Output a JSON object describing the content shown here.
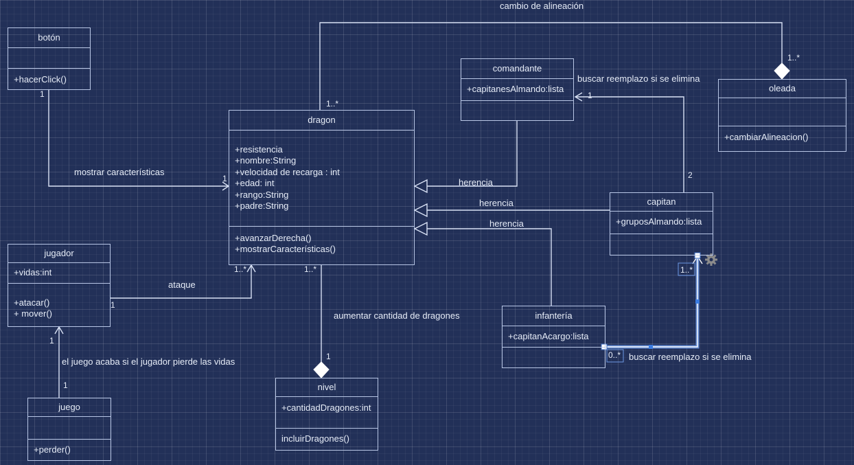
{
  "classes": {
    "boton": {
      "name": "botón",
      "attributes": [],
      "methods": [
        "+hacerClick()"
      ]
    },
    "dragon": {
      "name": "dragon",
      "attributes": [
        "+resistencia",
        "+nombre:String",
        "+velocidad de recarga : int",
        "+edad: int",
        "+rango:String",
        "+padre:String"
      ],
      "methods": [
        "+avanzarDerecha()",
        "+mostrarCaracterísticas()"
      ]
    },
    "comandante": {
      "name": "comandante",
      "attributes": [
        "+capitanesAlmando:lista"
      ],
      "methods": []
    },
    "oleada": {
      "name": "oleada",
      "attributes": [],
      "methods": [
        "+cambiarAlineacion()"
      ]
    },
    "capitan": {
      "name": "capitan",
      "attributes": [
        "+gruposAlmando:lista"
      ],
      "methods": []
    },
    "jugador": {
      "name": "jugador",
      "attributes": [
        "+vidas:int"
      ],
      "methods": [
        "+atacar()",
        "+ mover()"
      ]
    },
    "infanteria": {
      "name": "infantería",
      "attributes": [
        "+capitanAcargo:lista"
      ],
      "methods": []
    },
    "nivel": {
      "name": "nivel",
      "attributes": [
        "+cantidadDragones:int"
      ],
      "methods": [
        "incluirDragones()"
      ]
    },
    "juego": {
      "name": "juego",
      "attributes": [],
      "methods": [
        "+perder()"
      ]
    }
  },
  "labels": {
    "cambio": "cambio de alineación",
    "mostrar": "mostrar características",
    "buscar1": "buscar reemplazo si se elimina",
    "buscar2": "buscar reemplazo si se elimina",
    "herencia1": "herencia",
    "herencia2": "herencia",
    "herencia3": "herencia",
    "ataque": "ataque",
    "aumentar": "aumentar cantidad de dragones",
    "juegoacaba": "el juego acaba si el jugador pierde las vidas"
  },
  "multiplicities": {
    "boton_1": "1",
    "dragon_mostrar_1": "1",
    "dragon_top": "1..*",
    "oleada_top": "1..*",
    "comandante_1": "1",
    "capitan_2": "2",
    "dragon_left": "1..*",
    "dragon_bottom": "1..*",
    "jugador_1": "1",
    "jugador_bottom": "1",
    "juego_top": "1",
    "nivel_top": "1",
    "capitan_bottom": "1..*",
    "infanteria_right": "0..*"
  },
  "colors": {
    "background": "#223058",
    "line": "#d9e2f5",
    "selected": "#6f9ae6"
  }
}
